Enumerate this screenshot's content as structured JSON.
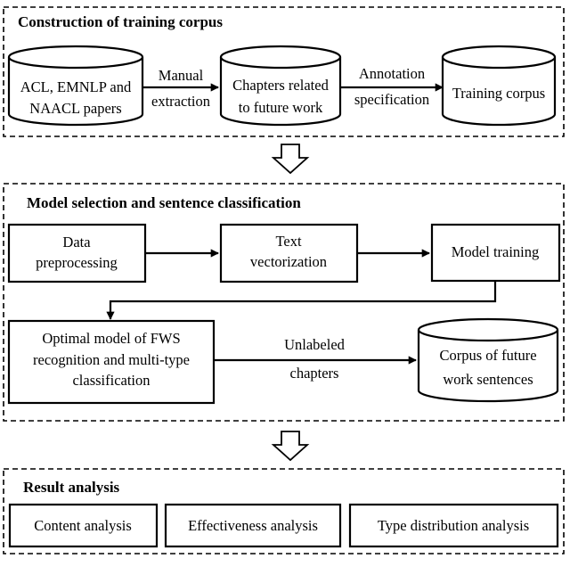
{
  "sections": {
    "construction": {
      "title": "Construction of training corpus"
    },
    "model": {
      "title": "Model selection and sentence classification"
    },
    "result": {
      "title": "Result analysis"
    }
  },
  "nodes": {
    "papers": {
      "line1": "ACL, EMNLP and",
      "line2": "NAACL papers"
    },
    "chapters": {
      "line1": "Chapters related",
      "line2": "to future work"
    },
    "training_corpus": {
      "line1": "Training corpus"
    },
    "data_preprocessing": {
      "line1": "Data",
      "line2": "preprocessing"
    },
    "text_vectorization": {
      "line1": "Text",
      "line2": "vectorization"
    },
    "model_training": {
      "line1": "Model training"
    },
    "optimal_model": {
      "line1": "Optimal model of FWS",
      "line2": "recognition and multi-type",
      "line3": "classification"
    },
    "fws_corpus": {
      "line1": "Corpus of future",
      "line2": "work sentences"
    },
    "content_analysis": {
      "line1": "Content analysis"
    },
    "effectiveness_analysis": {
      "line1": "Effectiveness analysis"
    },
    "type_distribution": {
      "line1": "Type distribution analysis"
    }
  },
  "edges": {
    "manual_extraction": {
      "line1": "Manual",
      "line2": "extraction"
    },
    "annotation_specification": {
      "line1": "Annotation",
      "line2": "specification"
    },
    "unlabeled_chapters": {
      "line1": "Unlabeled",
      "line2": "chapters"
    }
  }
}
